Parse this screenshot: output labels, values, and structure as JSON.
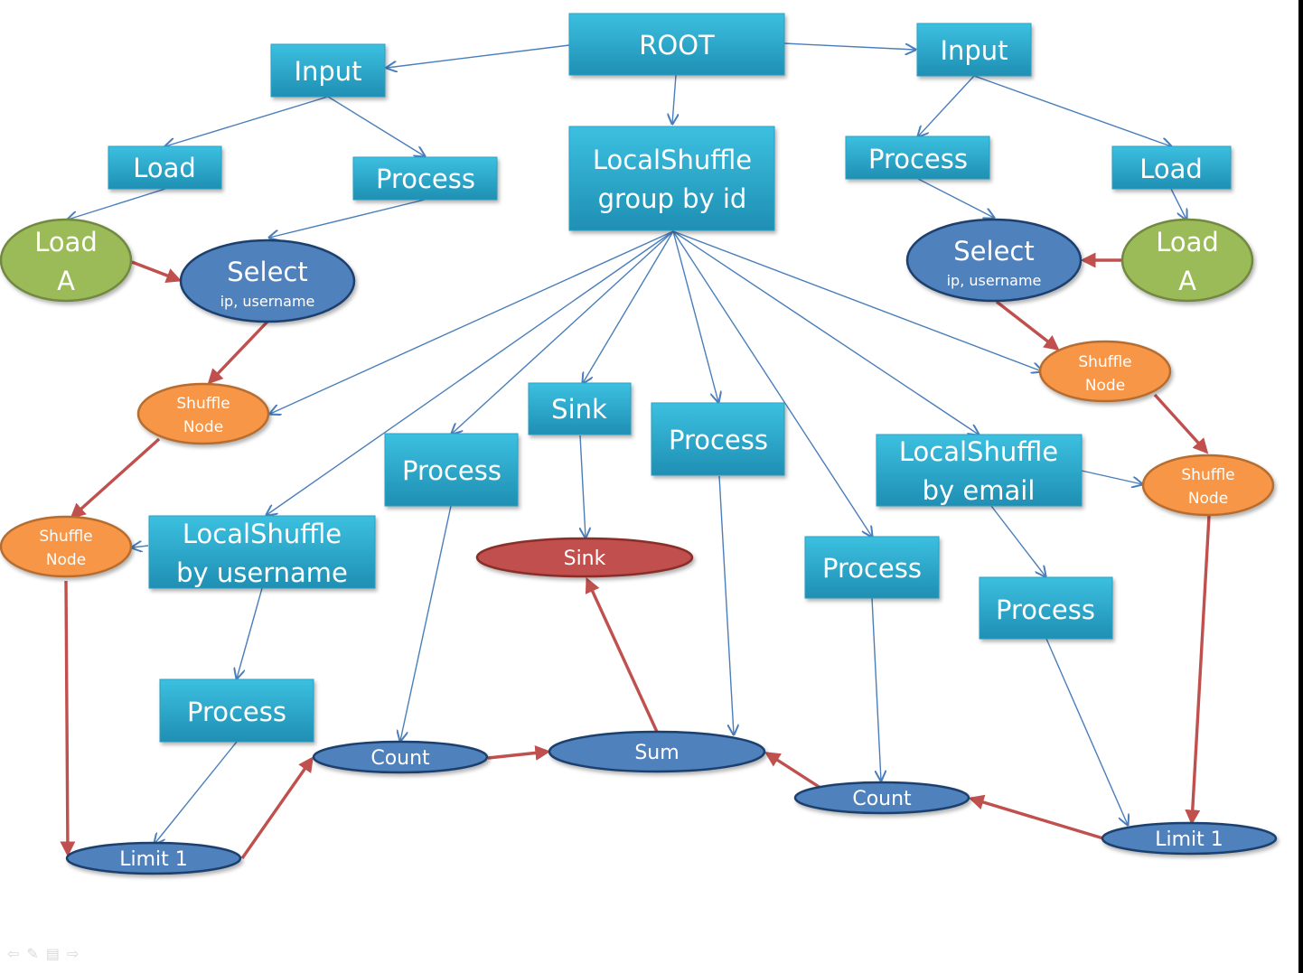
{
  "diagram": {
    "colors": {
      "box": "#31b5d7",
      "box_dark": "#218fb0",
      "green": "#9bbb59",
      "orange": "#f79646",
      "blue_node": "#4f81bd",
      "red_node": "#c0504d",
      "edge_blue": "#4a7ebb",
      "edge_red": "#c0504d"
    },
    "nodes": {
      "root": "ROOT",
      "input_left": "Input",
      "input_right": "Input",
      "load_box_left": "Load",
      "process_box_left_top": "Process",
      "localshuffle_group_l1": "LocalShuffle",
      "localshuffle_group_l2": "group by id",
      "process_box_right_top": "Process",
      "load_box_right": "Load",
      "load_a_left_l1": "Load",
      "load_a_left_l2": "A",
      "select_left_l1": "Select",
      "select_left_l2": "ip, username",
      "select_right_l1": "Select",
      "select_right_l2": "ip, username",
      "load_a_right_l1": "Load",
      "load_a_right_l2": "A",
      "shuffle_left_a_l1": "Shuffle",
      "shuffle_left_a_l2": "Node",
      "shuffle_right_a_l1": "Shuffle",
      "shuffle_right_a_l2": "Node",
      "sink_box": "Sink",
      "process_center_right": "Process",
      "process_center_left": "Process",
      "localshuffle_email_l1": "LocalShuffle",
      "localshuffle_email_l2": "by email",
      "shuffle_right_b_l1": "Shuffle",
      "shuffle_right_b_l2": "Node",
      "shuffle_left_b_l1": "Shuffle",
      "shuffle_left_b_l2": "Node",
      "localshuffle_username_l1": "LocalShuffle",
      "localshuffle_username_l2": "by username",
      "sink_node": "Sink",
      "process_right_mid": "Process",
      "process_far_right": "Process",
      "process_left_bottom": "Process",
      "count_left": "Count",
      "sum": "Sum",
      "count_right": "Count",
      "limit_left": "Limit 1",
      "limit_right": "Limit 1"
    }
  },
  "slide_controls": {
    "prev": "⇦",
    "pen": "✎",
    "menu": "▤",
    "next": "⇨"
  }
}
